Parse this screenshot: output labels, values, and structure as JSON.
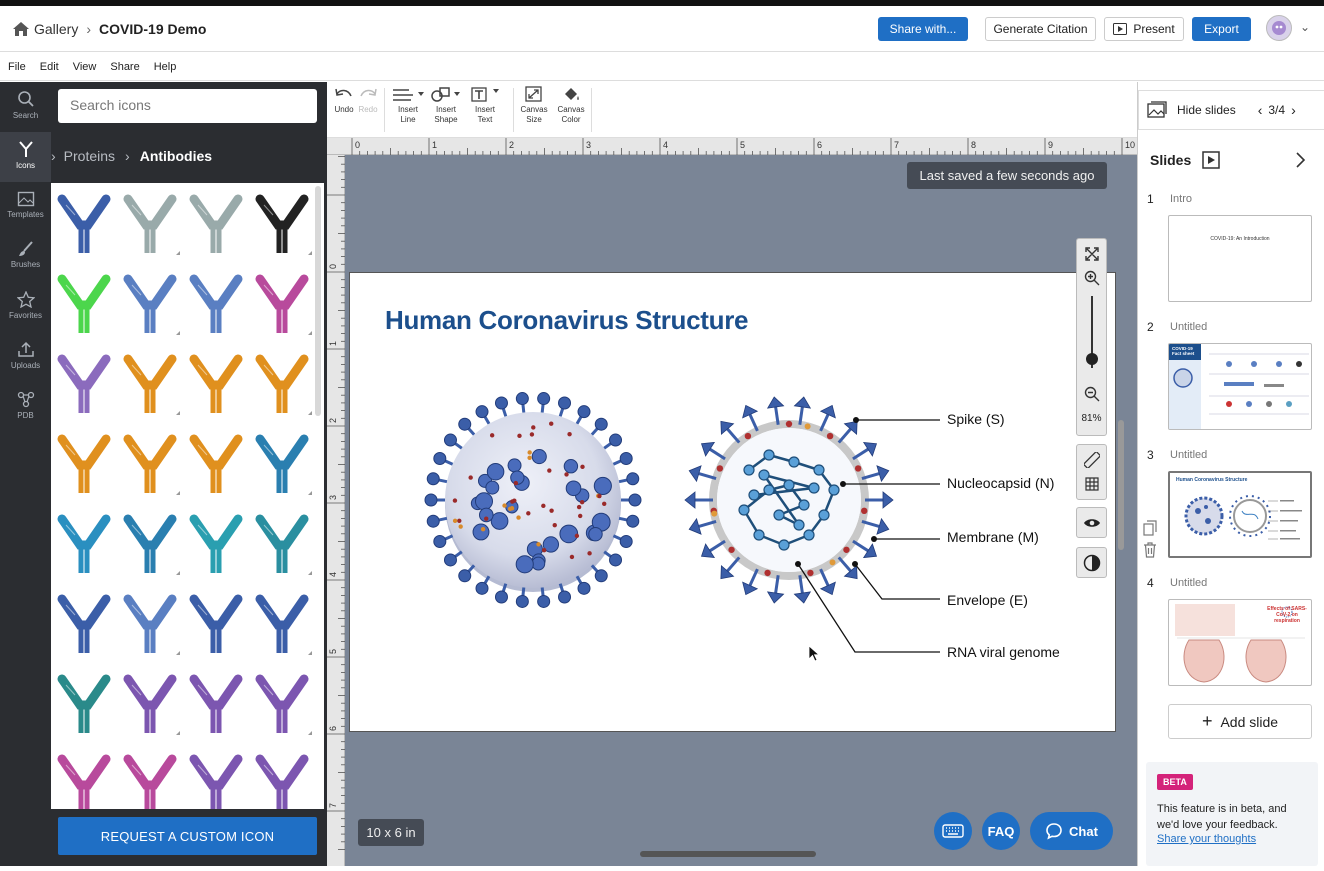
{
  "header": {
    "gallery": "Gallery",
    "doc_title": "COVID-19 Demo",
    "share_label": "Share with...",
    "citation_label": "Generate Citation",
    "present_label": "Present",
    "export_label": "Export"
  },
  "menu": [
    "File",
    "Edit",
    "View",
    "Share",
    "Help"
  ],
  "rail": {
    "search": "Search",
    "icons": "Icons",
    "templates": "Templates",
    "brushes": "Brushes",
    "favorites": "Favorites",
    "uploads": "Uploads",
    "pdb": "PDB"
  },
  "icons_panel": {
    "search_placeholder": "Search icons",
    "crumb_parent": "Proteins",
    "crumb_current": "Antibodies",
    "request_label": "REQUEST A CUSTOM ICON"
  },
  "toolbar": {
    "undo": "Undo",
    "redo": "Redo",
    "insert_line_1": "Insert",
    "insert_line_2": "Line",
    "insert_shape_1": "Insert",
    "insert_shape_2": "Shape",
    "insert_text_1": "Insert",
    "insert_text_2": "Text",
    "canvas_size_1": "Canvas",
    "canvas_size_2": "Size",
    "canvas_color_1": "Canvas",
    "canvas_color_2": "Color"
  },
  "ruler": [
    "0",
    "1",
    "2",
    "3",
    "4",
    "5",
    "6",
    "7",
    "8",
    "9",
    "10"
  ],
  "ruler_v": [
    "0",
    "1",
    "2",
    "3",
    "4",
    "5",
    "6",
    "7"
  ],
  "canvas": {
    "saved_status": "Last saved a few seconds ago",
    "size_badge": "10 x 6 in",
    "zoom_level": "81%",
    "faq_label": "FAQ",
    "chat_label": "Chat"
  },
  "slide": {
    "title": "Human Coronavirus Structure",
    "labels": {
      "spike": "Spike (S)",
      "nucleocapsid": "Nucleocapsid (N)",
      "membrane": "Membrane (M)",
      "envelope": "Envelope (E)",
      "rna": "RNA viral genome"
    }
  },
  "slides_panel": {
    "hide_label": "Hide slides",
    "page_indicator": "3/4",
    "title": "Slides",
    "items": [
      {
        "num": "1",
        "name": "Intro",
        "thumb_text": "COVID-19: An Introduction"
      },
      {
        "num": "2",
        "name": "Untitled",
        "thumb_text": "COVID-19 Fact sheet"
      },
      {
        "num": "3",
        "name": "Untitled",
        "thumb_text": "Human Coronavirus Structure"
      },
      {
        "num": "4",
        "name": "Untitled",
        "thumb_text": "Effects of SARS-CoV-2 on respiration"
      }
    ],
    "add_label": "Add slide",
    "beta_tag": "BETA",
    "beta_text": "This feature is in beta, and we'd love your feedback.",
    "beta_link": "Share your thoughts"
  },
  "colors": {
    "brand_blue": "#1f6fc5",
    "title_blue": "#1c4f8c",
    "dark_panel": "#2b2d31",
    "canvas_bg": "#7a8596",
    "beta_pink": "#d4237a"
  }
}
